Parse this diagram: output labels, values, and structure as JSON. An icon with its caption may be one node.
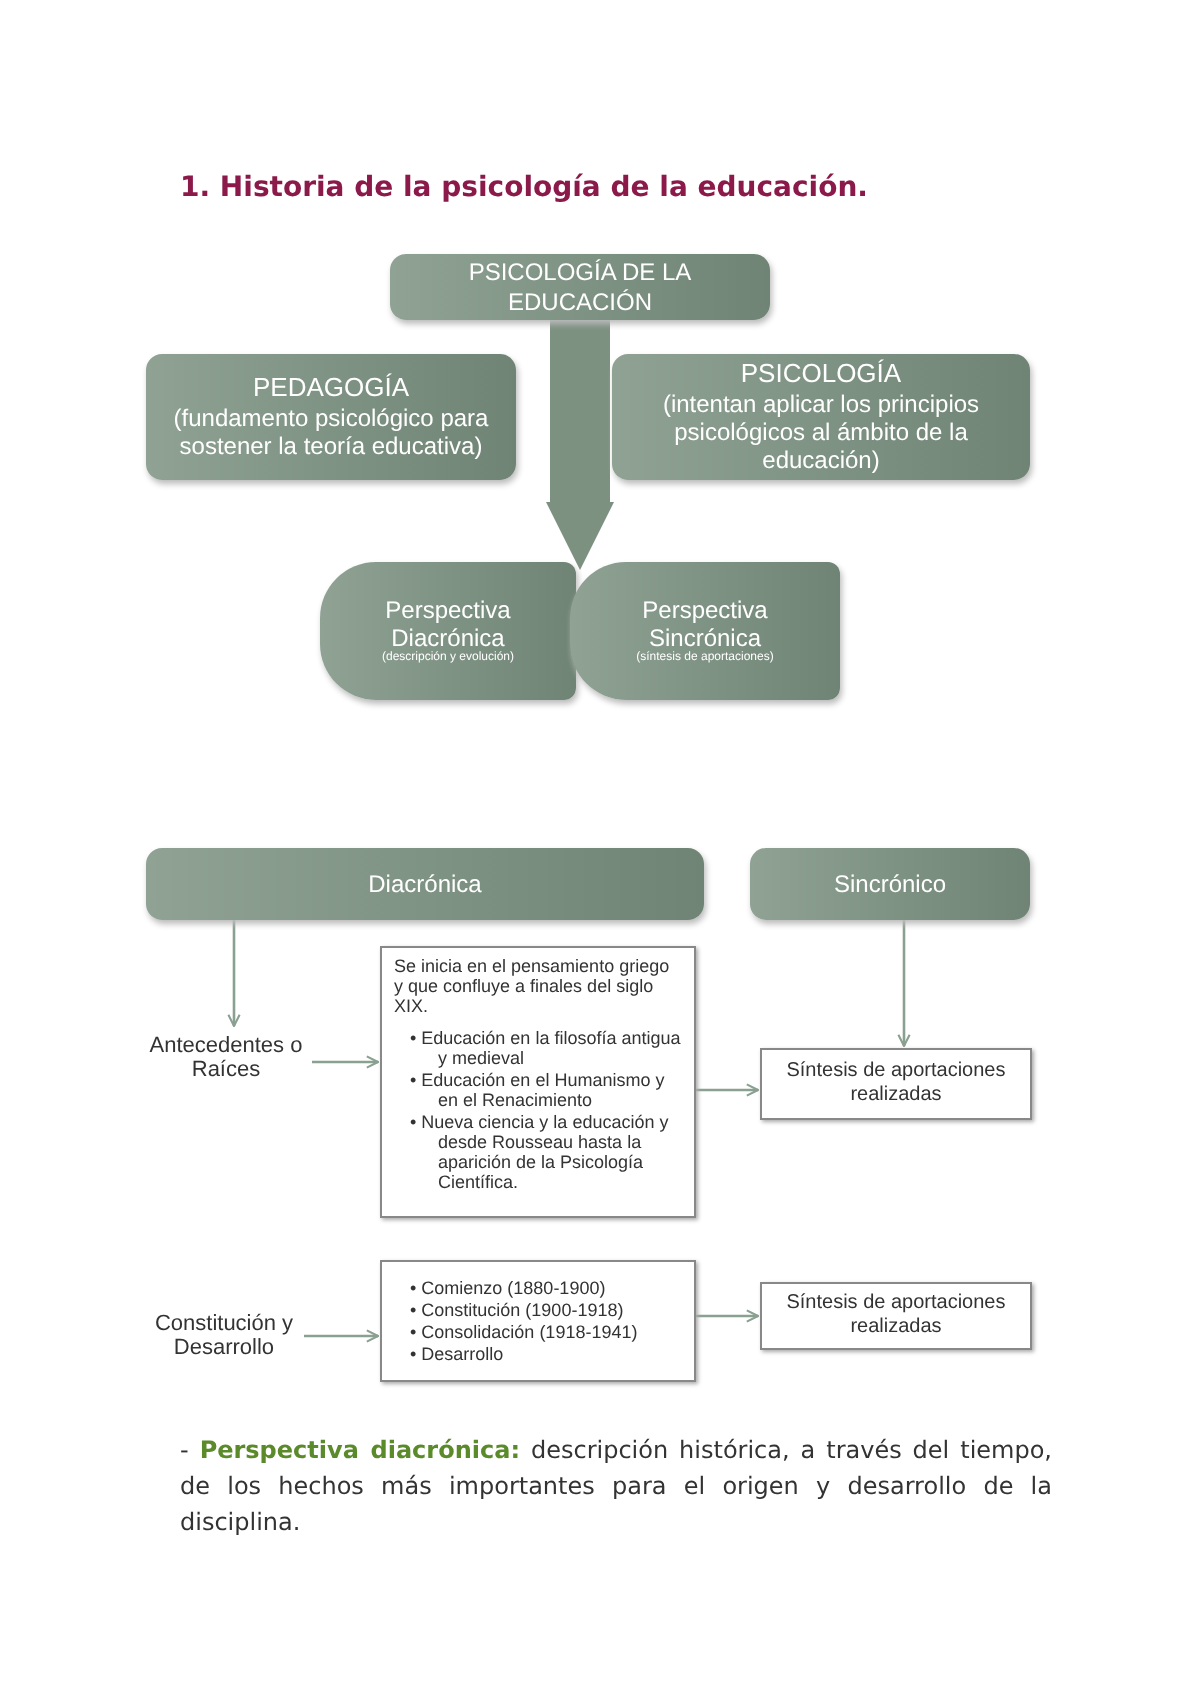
{
  "diagram": {
    "title": "1. Historia de la psicología de la educación.",
    "nodes": [
      {
        "text": [
          "PSICOLOGÍA DE LA EDUCACIÓN"
        ]
      },
      {
        "text": [
          "PEDAGOGÍA",
          "(fundamento psicológico para sostener la teoría educativa)"
        ]
      },
      {
        "text": [
          "PSICOLOGÍA",
          "(intentan aplicar los principios psicológicos al ámbito de la educación)"
        ]
      },
      {
        "text": [
          "Perspectiva Diacrónica",
          "(descripción y evolución)"
        ]
      },
      {
        "text": [
          "Perspectiva Sincrónica",
          "(síntesis de aportaciones)"
        ]
      },
      {
        "text": [
          "Diacrónica"
        ]
      },
      {
        "text": [
          "Sincrónico"
        ]
      },
      {
        "text": [
          "Antecedentes o Raíces"
        ]
      },
      {
        "text": [
          "Se inicia en el pensamiento griego y que  confluye a finales del siglo XIX.",
          "• Educación en la filosofía antigua y medieval",
          "• Educación en el Humanismo y en el Renacimiento",
          "• Nueva ciencia y la educación y desde  Rousseau hasta la aparición de la Psicología Científica."
        ]
      },
      {
        "text": [
          "Síntesis de aportaciones realizadas"
        ]
      },
      {
        "text": [
          "Constitución y Desarrollo"
        ]
      },
      {
        "text": [
          "• Comienzo (1880-1900)",
          "• Constitución (1900-1918)",
          "• Consolidación (1918-1941)",
          "• Desarrollo"
        ]
      },
      {
        "text": [
          "Síntesis de aportaciones realizadas"
        ]
      }
    ],
    "edges": [
      {
        "from": 0,
        "to": 3,
        "arrow": "to",
        "style": "thick"
      },
      {
        "from": 0,
        "to": 4,
        "arrow": "to",
        "style": "thick"
      },
      {
        "from": 5,
        "to": 7,
        "arrow": "to"
      },
      {
        "from": 7,
        "to": 8,
        "arrow": "to"
      },
      {
        "from": 8,
        "to": 9,
        "arrow": "to"
      },
      {
        "from": 6,
        "to": 9,
        "arrow": "to"
      },
      {
        "from": 10,
        "to": 11,
        "arrow": "to"
      },
      {
        "from": 11,
        "to": 12,
        "arrow": "to"
      }
    ],
    "labels": [
      "- **Perspectiva diacrónica:** descripción histórica, a través del tiempo, de los hechos más importantes para el origen y desarrollo de la disciplina."
    ]
  }
}
